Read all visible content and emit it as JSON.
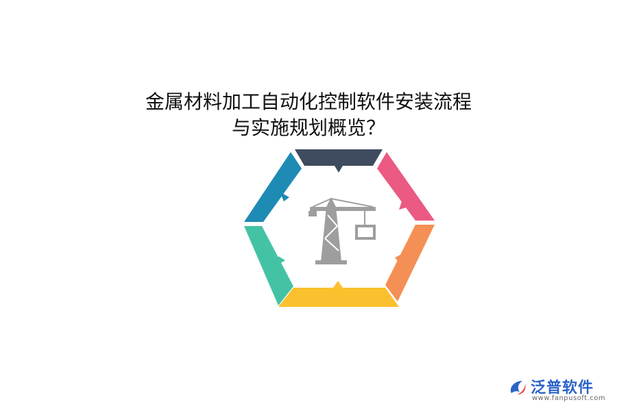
{
  "title": {
    "line1": "金属材料加工自动化控制软件安装流程",
    "line2": "与实施规划概览？"
  },
  "diagram": {
    "center_icon": "tower-crane-icon",
    "segments": [
      {
        "name": "top",
        "color": "#3f4b5e"
      },
      {
        "name": "upper-right",
        "color": "#ea5a82"
      },
      {
        "name": "lower-right",
        "color": "#f48f55"
      },
      {
        "name": "bottom",
        "color": "#fbc02d"
      },
      {
        "name": "lower-left",
        "color": "#44c3a4"
      },
      {
        "name": "upper-left",
        "color": "#1e8bb5"
      }
    ],
    "icon_color": "#9e9e9e"
  },
  "logo": {
    "name": "泛普软件",
    "url": "www.fanpusoft.com",
    "color": "#2b63c9"
  }
}
